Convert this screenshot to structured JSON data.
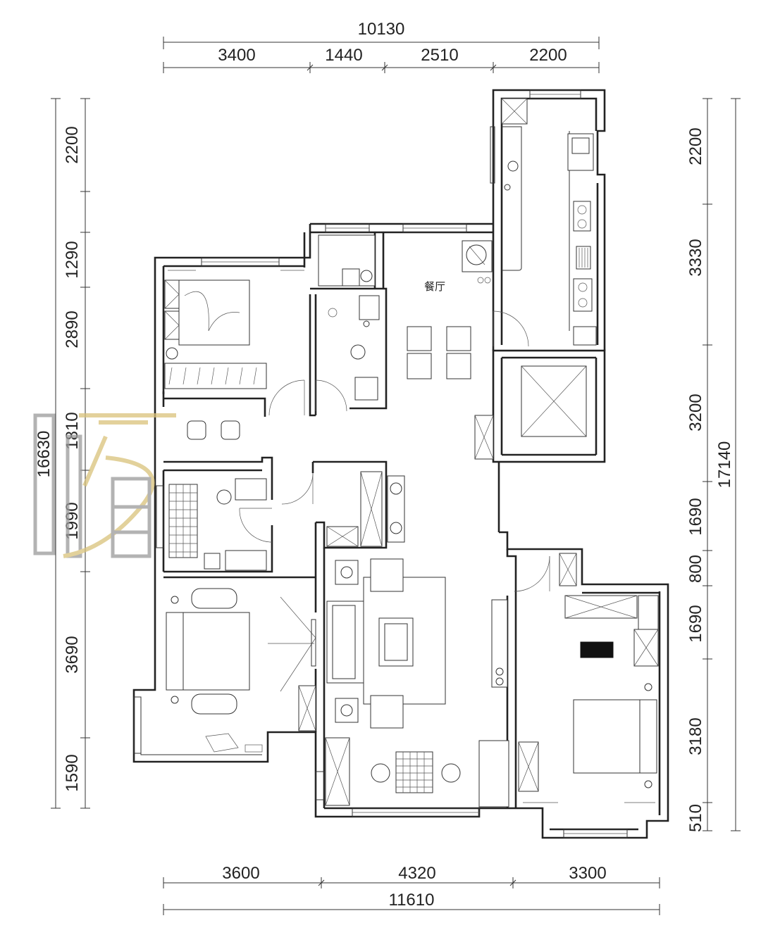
{
  "dimensions": {
    "top_total": "10130",
    "top": [
      "3400",
      "1440",
      "2510",
      "2200"
    ],
    "bottom_total": "11610",
    "bottom": [
      "3600",
      "4320",
      "3300"
    ],
    "left_total": "16630",
    "left": [
      "2200",
      "1290",
      "2890",
      "1810",
      "1990",
      "3690",
      "1590"
    ],
    "right_total": "17140",
    "right": [
      "2200",
      "3330",
      "3200",
      "1690",
      "800",
      "1690",
      "3180",
      "510"
    ]
  },
  "rooms": {
    "dining_label": "餐厅"
  },
  "colors": {
    "line": "#222222",
    "watermark_gold": "#d9c27a",
    "watermark_gray": "#9a9a9a"
  }
}
